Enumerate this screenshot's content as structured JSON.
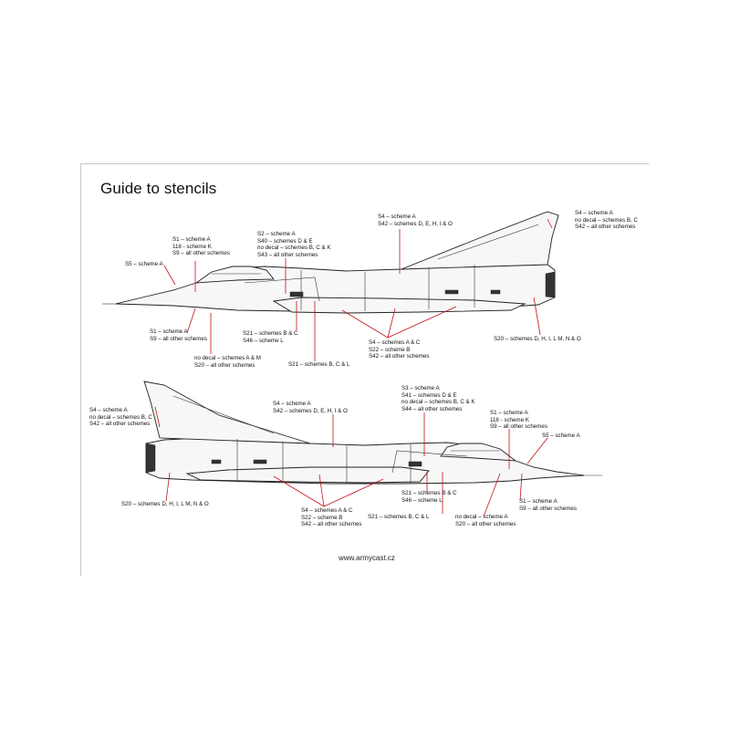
{
  "title": "Guide to stencils",
  "footer": "www.armycast.cz",
  "top_view": {
    "labels": {
      "s5": [
        "S5 – scheme A"
      ],
      "s1_top": [
        "S1 – scheme A",
        "118 - scheme K",
        "S9 – all other schemes"
      ],
      "s2": [
        "S2 – scheme A",
        "S40 – schemes D & E",
        "no decal – schemes B, C & K",
        "S43 – all other schemes"
      ],
      "s4_tail": [
        "S4 – scheme A",
        "S42 – schemes D, E, H, I & O"
      ],
      "s4_fin": [
        "S4 – scheme A",
        "no decal – schemes B, C",
        "S42 – all other schemes"
      ],
      "s1_low": [
        "S1 – scheme A",
        "S9 – all other schemes"
      ],
      "nodecal": [
        "no decal – schemes A & M",
        "S20 – all other schemes"
      ],
      "s21a": [
        "S21 – schemes B & C",
        "S46 – scheme L"
      ],
      "s21b": [
        "S21 – schemes B, C & L"
      ],
      "s4_mid": [
        "S4 – schemes A & C",
        "S22 – scheme B",
        "S42 – all other schemes"
      ],
      "s20": [
        "S20 – schemes D, H, I, L M, N & O"
      ]
    }
  },
  "bottom_view": {
    "labels": {
      "s4_fin": [
        "S4 – scheme A",
        "no decal – schemes B, C",
        "S42 – all other schemes"
      ],
      "s4_tail": [
        "S4 – scheme A",
        "S42 – schemes D, E, H, I & O"
      ],
      "s3": [
        "S3 – scheme A",
        "S41 – schemes D & E",
        "no decal – schemes B, C & K",
        "S44 – all other schemes"
      ],
      "s1_top": [
        "S1 – scheme A",
        "118 - scheme K",
        "S9 – all other schemes"
      ],
      "s5": [
        "S5 – scheme A"
      ],
      "s20": [
        "S20 – schemes D, H, I, L M, N & O"
      ],
      "s4_mid": [
        "S4 – schemes A & C",
        "S22 – scheme B",
        "S42 – all other schemes"
      ],
      "s21a": [
        "S21 – schemes B & C",
        "S46 – scheme L"
      ],
      "s21b": [
        "S21 – schemes B, C & L"
      ],
      "nodecal": [
        "no decal – scheme A",
        "S20 – all other schemes"
      ],
      "s1_low": [
        "S1 – scheme A",
        "S9 – all other schemes"
      ]
    }
  },
  "colors": {
    "leader": "#c0141b",
    "outline": "#222222",
    "fill": "#f7f7f7"
  }
}
